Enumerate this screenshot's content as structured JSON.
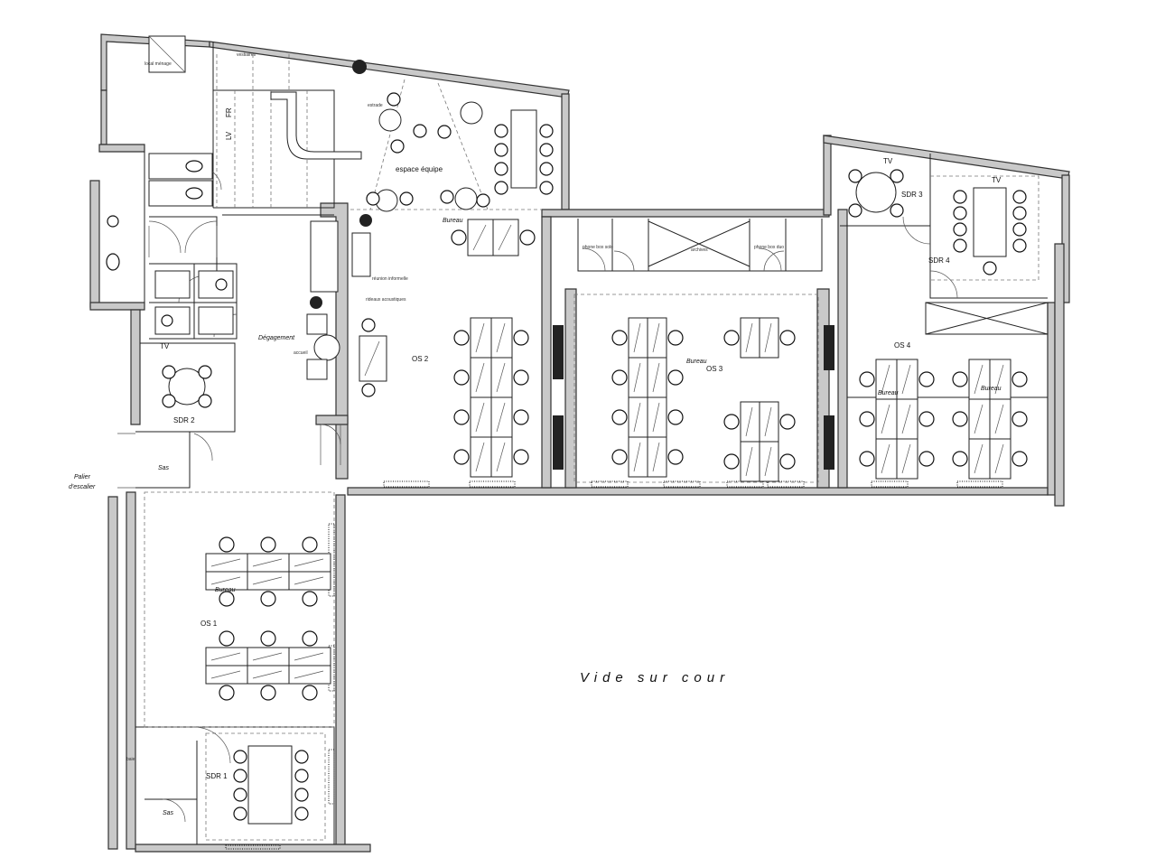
{
  "rooms": {
    "sdr1": "SDR 1",
    "sdr2": "SDR 2",
    "sdr3": "SDR 3",
    "sdr4": "SDR 4",
    "os1": "OS 1",
    "os2": "OS 2",
    "os3": "OS 3",
    "os4": "OS 4",
    "degagement": "Dégagement",
    "espace_equipe": "espace équipe",
    "estrade": "estrade",
    "sas_top": "Sas",
    "sas_bottom": "Sas",
    "palier": "Palier",
    "palier2": "d'escalier",
    "baie": "baie",
    "accueil": "accueil",
    "tv_sdr2": "TV",
    "tv_sdr3": "TV",
    "tv_sdr4": "TV",
    "fr": "FR",
    "lv": "LV",
    "bureau_top": "Bureau",
    "bureau_os3": "Bureau",
    "bureau_os4a": "Bureau",
    "bureau_os4b": "Bureau",
    "bureau_os1": "Bureau",
    "reunion": "réunion informelle",
    "acoustiques": "rideaux acoustiques",
    "phone_box_left": "phone box solo",
    "phone_box_right": "phone box duo",
    "archives": "archives",
    "local_menage": "local ménage",
    "vestiaires": "vestiaires"
  },
  "vide_sur_cour": "Vide sur cour",
  "colors": {
    "wall": "#c9c9c9",
    "line": "#222222",
    "plant": "#222222"
  }
}
